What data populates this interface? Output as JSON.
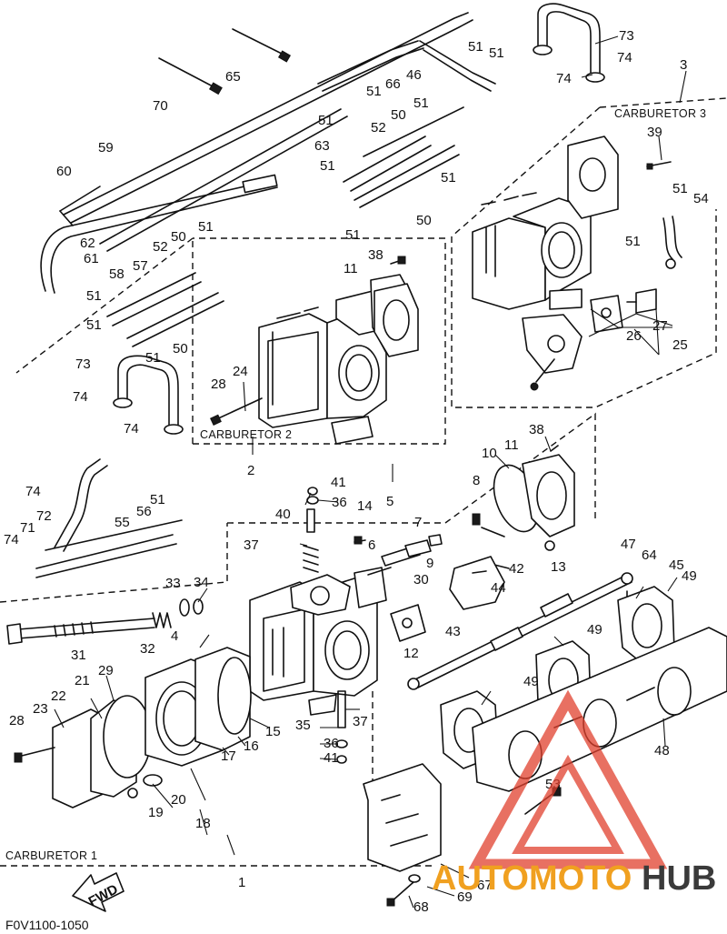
{
  "diagram": {
    "code": "F0V1100-1050",
    "fwd_label": "FWD",
    "groups": [
      {
        "id": "carb1",
        "label": "CARBURETOR 1",
        "ref": "1"
      },
      {
        "id": "carb2",
        "label": "CARBURETOR 2",
        "ref": "2"
      },
      {
        "id": "carb3",
        "label": "CARBURETOR 3",
        "ref": "3"
      }
    ],
    "callouts": [
      "3",
      "4",
      "5",
      "6",
      "7",
      "8",
      "9",
      "10",
      "11",
      "12",
      "13",
      "14",
      "15",
      "16",
      "17",
      "18",
      "19",
      "20",
      "21",
      "22",
      "23",
      "24",
      "25",
      "26",
      "27",
      "28",
      "29",
      "30",
      "31",
      "32",
      "33",
      "34",
      "35",
      "36",
      "37",
      "38",
      "39",
      "40",
      "41",
      "42",
      "43",
      "44",
      "45",
      "46",
      "47",
      "48",
      "49",
      "50",
      "51",
      "52",
      "53",
      "54",
      "55",
      "56",
      "57",
      "58",
      "59",
      "60",
      "61",
      "62",
      "63",
      "64",
      "65",
      "66",
      "67",
      "68",
      "69",
      "70",
      "71",
      "72",
      "73",
      "74"
    ]
  },
  "watermark": {
    "brand_left": "AUTOMOTO",
    "brand_right": "HUB",
    "colors": {
      "triangle": "#e0402e",
      "left": "#f0a020",
      "right": "#3a3a3a"
    }
  }
}
